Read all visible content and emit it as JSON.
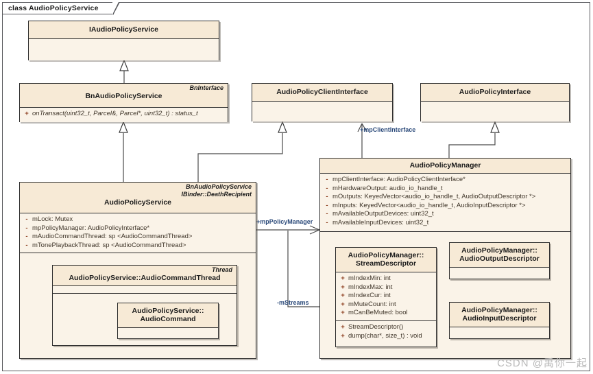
{
  "diagram": {
    "tab_label": "class AudioPolicyService",
    "watermark": "CSDN @禹你一起"
  },
  "classes": {
    "iaudiopolicyservice": {
      "name": "IAudioPolicyService",
      "stereotype": "",
      "attributes": [],
      "operations": []
    },
    "bnaudiopolicyservice": {
      "name": "BnAudioPolicyService",
      "stereotype": "BnInterface",
      "attributes": [],
      "operations": [
        {
          "vis": "+",
          "text": "onTransact(uint32_t, Parcel&, Parcel*, uint32_t) : status_t"
        }
      ]
    },
    "audiopolicyclientinterface": {
      "name": "AudioPolicyClientInterface",
      "stereotype": "",
      "attributes": [],
      "operations": []
    },
    "audiopolicyinterface": {
      "name": "AudioPolicyInterface",
      "stereotype": "",
      "attributes": [],
      "operations": []
    },
    "audiopolicyservice": {
      "name": "AudioPolicyService",
      "stereotype_1": "BnAudioPolicyService",
      "stereotype_2": "IBinder::DeathRecipient",
      "attributes": [
        {
          "vis": "-",
          "text": "mLock:  Mutex"
        },
        {
          "vis": "-",
          "text": "mpPolicyManager:  AudioPolicyInterface*"
        },
        {
          "vis": "-",
          "text": "mAudioCommandThread:  sp <AudioCommandThread>"
        },
        {
          "vis": "-",
          "text": "mTonePlaybackThread:  sp <AudioCommandThread>"
        }
      ]
    },
    "audiocommandthread": {
      "name": "AudioPolicyService::AudioCommandThread",
      "stereotype": "Thread",
      "attributes": [],
      "operations": []
    },
    "audiocommand": {
      "name_line1": "AudioPolicyService::",
      "name_line2": "AudioCommand",
      "attributes": [],
      "operations": []
    },
    "audiopolicymanager": {
      "name": "AudioPolicyManager",
      "attributes": [
        {
          "vis": "-",
          "text": "mpClientInterface:  AudioPolicyClientInterface*"
        },
        {
          "vis": "-",
          "text": "mHardwareOutput:  audio_io_handle_t"
        },
        {
          "vis": "-",
          "text": "mOutputs:  KeyedVector<audio_io_handle_t, AudioOutputDescriptor *>"
        },
        {
          "vis": "-",
          "text": "mInputs:  KeyedVector<audio_io_handle_t, AudioInputDescriptor *>"
        },
        {
          "vis": "-",
          "text": "mAvailableOutputDevices:  uint32_t"
        },
        {
          "vis": "-",
          "text": "mAvailableInputDevices:  uint32_t"
        }
      ]
    },
    "streamdescriptor": {
      "name_line1": "AudioPolicyManager::",
      "name_line2": "StreamDescriptor",
      "attributes": [
        {
          "vis": "+",
          "text": "mIndexMin:  int"
        },
        {
          "vis": "+",
          "text": "mIndexMax:  int"
        },
        {
          "vis": "+",
          "text": "mIndexCur:  int"
        },
        {
          "vis": "+",
          "text": "mMuteCount:  int"
        },
        {
          "vis": "+",
          "text": "mCanBeMuted:  bool"
        }
      ],
      "operations": [
        {
          "vis": "+",
          "text": "StreamDescriptor()"
        },
        {
          "vis": "+",
          "text": "dump(char*, size_t) : void"
        }
      ]
    },
    "audiooutputdescriptor": {
      "name_line1": "AudioPolicyManager::",
      "name_line2": "AudioOutputDescriptor",
      "attributes": [],
      "operations": []
    },
    "audioinputdescriptor": {
      "name_line1": "AudioPolicyManager::",
      "name_line2": "AudioInputDescriptor",
      "attributes": [],
      "operations": []
    }
  },
  "connector_labels": {
    "mp_client_interface": "+mpClientInterface",
    "mp_policy_manager": "+mpPolicyManager",
    "m_streams": "-mStreams"
  },
  "colors": {
    "box_fill": "#faf3e8",
    "header_fill": "#f7ead6",
    "border": "#2d2d2d",
    "label_text": "#2b4a7a",
    "member_text": "#3f3529",
    "visibility_private": "#8a3a1a"
  }
}
